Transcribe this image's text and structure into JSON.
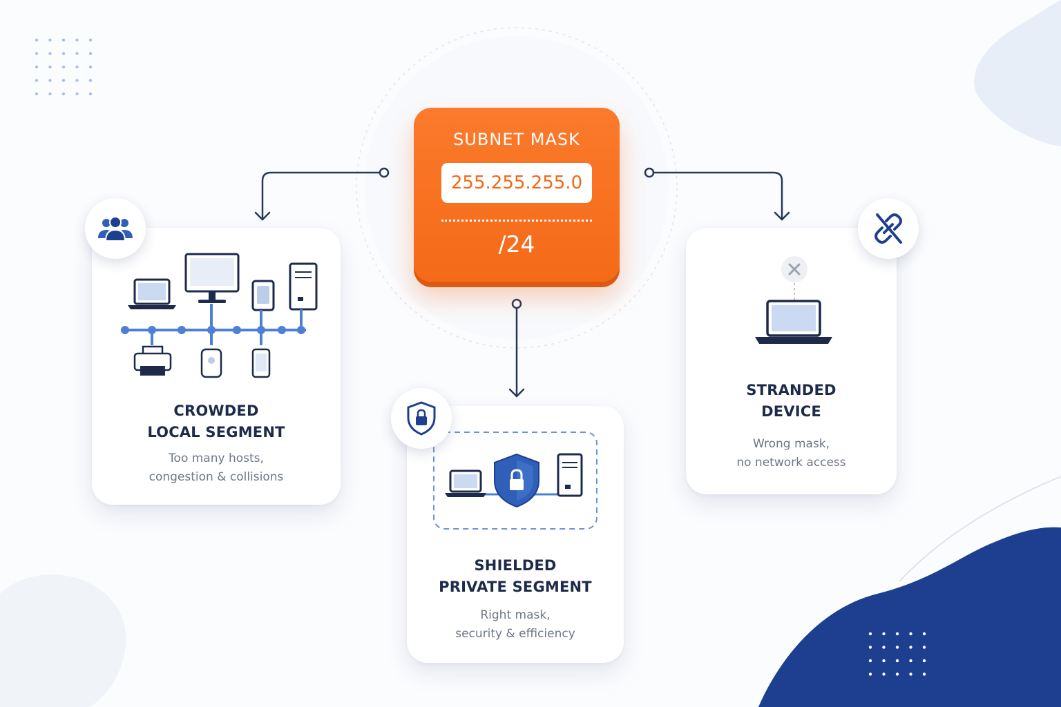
{
  "subnet": {
    "label": "SUBNET MASK",
    "value": "255.255.255.0",
    "cidr": "/24"
  },
  "cards": {
    "crowded": {
      "title_line1": "CROWDED",
      "title_line2": "LOCAL SEGMENT",
      "desc_line1": "Too many hosts,",
      "desc_line2": "congestion & collisions",
      "badge_icon": "users-icon"
    },
    "shielded": {
      "title_line1": "SHIELDED",
      "title_line2": "PRIVATE SEGMENT",
      "desc_line1": "Right mask,",
      "desc_line2": "security & efficiency",
      "badge_icon": "shield-lock-icon"
    },
    "stranded": {
      "title_line1": "STRANDED",
      "title_line2": "DEVICE",
      "desc_line1": "Wrong mask,",
      "desc_line2": "no network access",
      "badge_icon": "broken-link-icon"
    }
  },
  "colors": {
    "accent_orange": "#f46a18",
    "navy": "#1e3f8f",
    "icon_blue": "#2f5fb8",
    "network_line_blue": "#4c7fd6",
    "title_text": "#1d2a4a",
    "desc_text": "#6d7686"
  }
}
